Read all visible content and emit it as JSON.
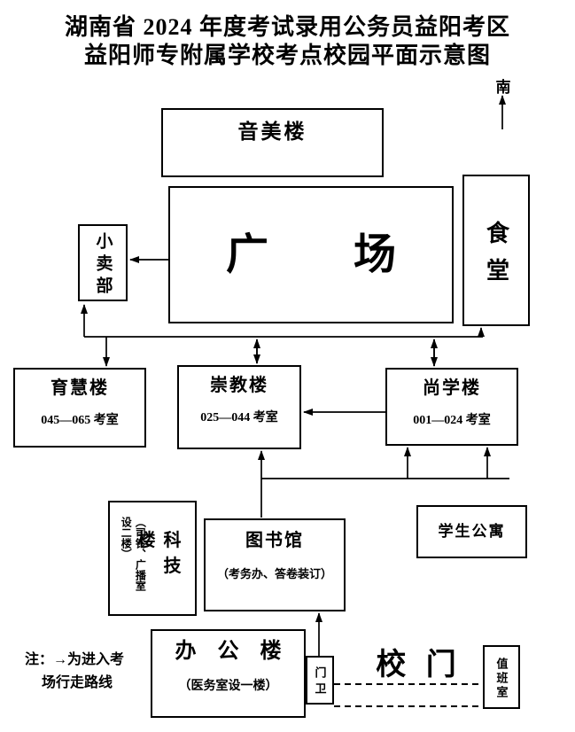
{
  "title": {
    "line1": "湖南省 2024 年度考试录用公务员益阳考区",
    "line2": "益阳师专附属学校考点校园平面示意图"
  },
  "compass": {
    "south": "南"
  },
  "buildings": {
    "yinmeilou": {
      "name": "音美楼"
    },
    "guangchang": {
      "name": "广　　场"
    },
    "shitang": {
      "name": "食堂"
    },
    "xiaomaibu": {
      "name": "小卖部"
    },
    "yuhuilou": {
      "name": "育慧楼",
      "rooms": "045—065 考室"
    },
    "chongjiaolou": {
      "name": "崇教楼",
      "rooms": "025—044 考室"
    },
    "shangxuelou": {
      "name": "尚学楼",
      "rooms": "001—024 考室"
    },
    "kejilou": {
      "name": "科技楼",
      "note": "（司铃、广播室设二楼）"
    },
    "tushuguan": {
      "name": "图书馆",
      "note": "（考务办、答卷装订）"
    },
    "xueshenggongyu": {
      "name": "学生公寓"
    },
    "bangonglou": {
      "name": "办　公　楼",
      "note": "（医务室设一楼）"
    },
    "menwei": {
      "name": "门卫"
    },
    "zhibanshi": {
      "name": "值班室"
    }
  },
  "gate": {
    "name": "校 门"
  },
  "legend": {
    "line1": "注：→为进入考",
    "line2": "场行走路线"
  }
}
